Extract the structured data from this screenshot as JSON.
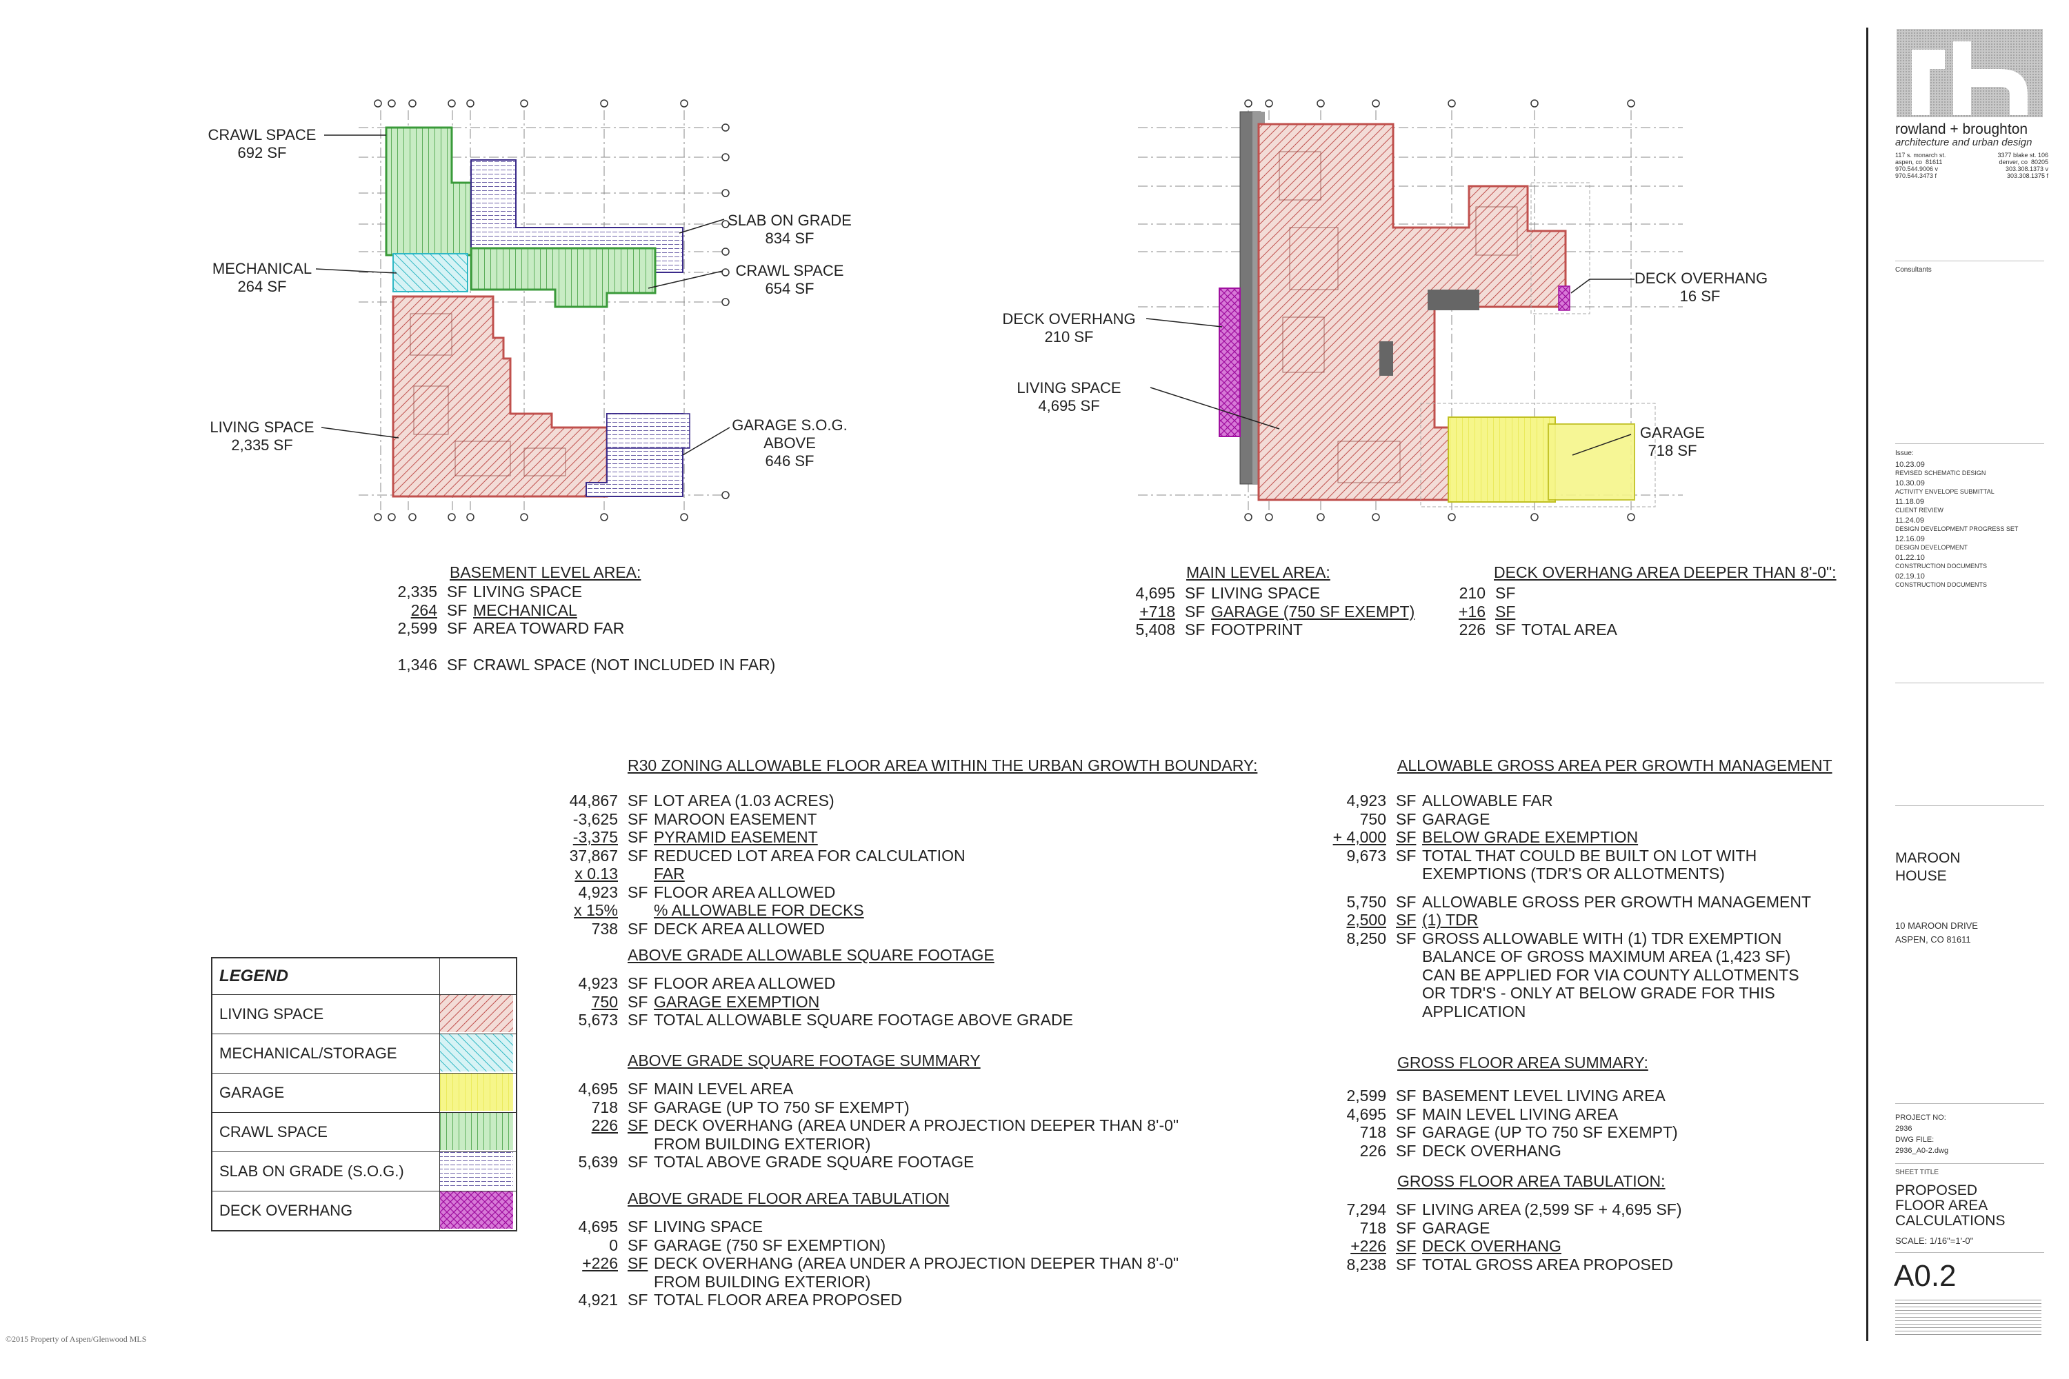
{
  "basement_plan_labels": {
    "crawl_space_a": "CRAWL SPACE\n692 SF",
    "slab_on_grade": "SLAB ON GRADE\n834 SF",
    "mechanical": "MECHANICAL\n264 SF",
    "crawl_space_b": "CRAWL SPACE\n654 SF",
    "living_space": "LIVING SPACE\n2,335 SF",
    "garage_sog": "GARAGE S.O.G.\nABOVE\n646 SF"
  },
  "main_plan_labels": {
    "deck_overhang_a": "DECK OVERHANG\n210 SF",
    "living_space": "LIVING SPACE\n4,695 SF",
    "deck_overhang_b": "DECK OVERHANG\n16 SF",
    "garage": "GARAGE\n718 SF"
  },
  "basement_area": {
    "heading": "BASEMENT LEVEL AREA:",
    "rows": [
      {
        "num": "2,335",
        "unit": "SF",
        "text": "LIVING SPACE"
      },
      {
        "num": "264",
        "unit": "SF",
        "text": "MECHANICAL"
      },
      {
        "num": "2,599",
        "unit": "SF",
        "text": "AREA TOWARD FAR"
      },
      {
        "num": "1,346",
        "unit": "SF",
        "text": "CRAWL SPACE (NOT INCLUDED IN FAR)"
      }
    ]
  },
  "main_level_area": {
    "heading": "MAIN LEVEL AREA:",
    "rows": [
      {
        "num": "4,695",
        "unit": "SF",
        "text": "LIVING SPACE"
      },
      {
        "num": "+718",
        "unit": "SF",
        "text": "GARAGE (750 SF EXEMPT)"
      },
      {
        "num": "5,408",
        "unit": "SF",
        "text": "FOOTPRINT"
      }
    ]
  },
  "deck_overhang_area": {
    "heading": "DECK OVERHANG AREA DEEPER THAN 8'-0\":",
    "rows": [
      {
        "num": "210",
        "unit": "SF",
        "text": ""
      },
      {
        "num": "+16",
        "unit": "SF",
        "text": ""
      },
      {
        "num": "226",
        "unit": "SF",
        "text": "TOTAL AREA"
      }
    ]
  },
  "r30_zoning": {
    "heading": "R30 ZONING ALLOWABLE FLOOR AREA WITHIN THE URBAN GROWTH BOUNDARY:",
    "rows": [
      {
        "num": "44,867",
        "unit": "SF",
        "text": "LOT AREA (1.03 ACRES)"
      },
      {
        "num": "-3,625",
        "unit": "SF",
        "text": "MAROON EASEMENT"
      },
      {
        "num": "-3,375",
        "unit": "SF",
        "text": "PYRAMID EASEMENT"
      },
      {
        "num": "37,867",
        "unit": "SF",
        "text": "REDUCED LOT AREA FOR CALCULATION"
      },
      {
        "num": "x 0.13",
        "unit": "",
        "text": "FAR"
      },
      {
        "num": "4,923",
        "unit": "SF",
        "text": "FLOOR AREA ALLOWED"
      },
      {
        "num": "x 15%",
        "unit": "",
        "text": "% ALLOWABLE FOR DECKS"
      },
      {
        "num": "738",
        "unit": "SF",
        "text": "DECK AREA ALLOWED"
      }
    ]
  },
  "above_grade_allowable": {
    "heading": "ABOVE GRADE ALLOWABLE SQUARE FOOTAGE",
    "rows": [
      {
        "num": "4,923",
        "unit": "SF",
        "text": "FLOOR AREA ALLOWED"
      },
      {
        "num": "750",
        "unit": "SF",
        "text": "GARAGE EXEMPTION"
      },
      {
        "num": "5,673",
        "unit": "SF",
        "text": "TOTAL ALLOWABLE SQUARE FOOTAGE ABOVE GRADE"
      }
    ]
  },
  "above_grade_summary": {
    "heading": "ABOVE GRADE SQUARE FOOTAGE SUMMARY",
    "rows": [
      {
        "num": "4,695",
        "unit": "SF",
        "text": "MAIN LEVEL AREA"
      },
      {
        "num": "718",
        "unit": "SF",
        "text": "GARAGE (UP TO 750 SF EXEMPT)"
      },
      {
        "num": "226",
        "unit": "SF",
        "text": "DECK OVERHANG (AREA UNDER A PROJECTION DEEPER THAN 8'-0\"\nFROM BUILDING EXTERIOR)"
      },
      {
        "num": "5,639",
        "unit": "SF",
        "text": "TOTAL ABOVE GRADE SQUARE FOOTAGE"
      }
    ]
  },
  "above_grade_tabulation": {
    "heading": "ABOVE GRADE FLOOR AREA TABULATION",
    "rows": [
      {
        "num": "4,695",
        "unit": "SF",
        "text": "LIVING SPACE"
      },
      {
        "num": "0",
        "unit": "SF",
        "text": "GARAGE (750 SF EXEMPTION)"
      },
      {
        "num": "+226",
        "unit": "SF",
        "text": "DECK OVERHANG (AREA UNDER A PROJECTION DEEPER THAN 8'-0\"\nFROM BUILDING EXTERIOR)"
      },
      {
        "num": "4,921",
        "unit": "SF",
        "text": "TOTAL FLOOR AREA PROPOSED"
      }
    ]
  },
  "allowable_gross": {
    "heading": "ALLOWABLE GROSS AREA PER GROWTH MANAGEMENT",
    "rows": [
      {
        "num": "4,923",
        "unit": "SF",
        "text": "ALLOWABLE FAR"
      },
      {
        "num": "750",
        "unit": "SF",
        "text": "GARAGE"
      },
      {
        "num": "+ 4,000",
        "unit": "SF",
        "text": "BELOW GRADE EXEMPTION"
      },
      {
        "num": "9,673",
        "unit": "SF",
        "text": "TOTAL THAT COULD BE BUILT ON LOT WITH\nEXEMPTIONS (TDR'S OR ALLOTMENTS)"
      },
      {
        "num": "5,750",
        "unit": "SF",
        "text": "ALLOWABLE GROSS PER GROWTH MANAGEMENT"
      },
      {
        "num": "2,500",
        "unit": "SF",
        "text": "(1) TDR"
      },
      {
        "num": "8,250",
        "unit": "SF",
        "text": "GROSS ALLOWABLE WITH (1) TDR EXEMPTION"
      },
      {
        "num": "",
        "unit": "",
        "text": "BALANCE OF GROSS MAXIMUM AREA (1,423 SF)\nCAN BE APPLIED FOR VIA COUNTY ALLOTMENTS\nOR TDR'S - ONLY AT BELOW GRADE FOR THIS\nAPPLICATION"
      }
    ]
  },
  "gross_summary": {
    "heading": "GROSS FLOOR AREA SUMMARY:",
    "rows": [
      {
        "num": "2,599",
        "unit": "SF",
        "text": "BASEMENT LEVEL LIVING AREA"
      },
      {
        "num": "4,695",
        "unit": "SF",
        "text": "MAIN LEVEL LIVING AREA"
      },
      {
        "num": "718",
        "unit": "SF",
        "text": "GARAGE (UP TO 750 SF EXEMPT)"
      },
      {
        "num": "226",
        "unit": "SF",
        "text": "DECK OVERHANG"
      }
    ]
  },
  "gross_tabulation": {
    "heading": "GROSS FLOOR AREA TABULATION:",
    "rows": [
      {
        "num": "7,294",
        "unit": "SF",
        "text": "LIVING AREA (2,599 SF + 4,695 SF)"
      },
      {
        "num": "718",
        "unit": "SF",
        "text": "GARAGE"
      },
      {
        "num": "+226",
        "unit": "SF",
        "text": "DECK OVERHANG"
      },
      {
        "num": "8,238",
        "unit": "SF",
        "text": "TOTAL GROSS AREA PROPOSED"
      }
    ]
  },
  "legend": {
    "title": "LEGEND",
    "items": [
      {
        "label": "LIVING SPACE",
        "color": "#c0504d"
      },
      {
        "label": "MECHANICAL/STORAGE",
        "color": "#2fb8c4"
      },
      {
        "label": "GARAGE",
        "color": "#e8e81a"
      },
      {
        "label": "CRAWL SPACE",
        "color": "#3a9a3a"
      },
      {
        "label": "SLAB ON GRADE (S.O.G.)",
        "color": "#3a2a8a"
      },
      {
        "label": "DECK OVERHANG",
        "color": "#b020b0"
      }
    ]
  },
  "title_block": {
    "firm_name": "rowland + broughton",
    "firm_tagline": "architecture and urban design",
    "aspen_address": "117 s. monarch st.\naspen, co  81611\n970.544.9006 v\n970.544.3473 f",
    "denver_address": "3377 blake st. 106\ndenver, co  80205\n303.308.1373 v\n303.308.1375 f",
    "consultants": "Consultants",
    "issue_label": "Issue:",
    "issues": [
      {
        "date": "10.23.09",
        "desc": "REVISED SCHEMATIC DESIGN"
      },
      {
        "date": "10.30.09",
        "desc": "ACTIVITY ENVELOPE SUBMITTAL"
      },
      {
        "date": "11.18.09",
        "desc": "CLIENT REVIEW"
      },
      {
        "date": "11.24.09",
        "desc": "DESIGN DEVELOPMENT PROGRESS SET"
      },
      {
        "date": "12.16.09",
        "desc": "DESIGN DEVELOPMENT"
      },
      {
        "date": "01.22.10",
        "desc": "CONSTRUCTION DOCUMENTS"
      },
      {
        "date": "02.19.10",
        "desc": "CONSTRUCTION DOCUMENTS"
      }
    ],
    "project_name": "MAROON\nHOUSE",
    "project_address": "10 MAROON DRIVE\nASPEN, CO 81611",
    "project_no_label": "PROJECT NO:",
    "project_no": "2936",
    "dwg_file_label": "DWG FILE:",
    "dwg_file": "2936_A0-2.dwg",
    "sheet_title_label": "SHEET TITLE",
    "sheet_title": "PROPOSED\nFLOOR AREA\nCALCULATIONS",
    "scale": "SCALE:  1/16\"=1'-0\"",
    "sheet_number": "A0.2"
  },
  "watermark": "©2015 Property of Aspen/Glenwood MLS"
}
